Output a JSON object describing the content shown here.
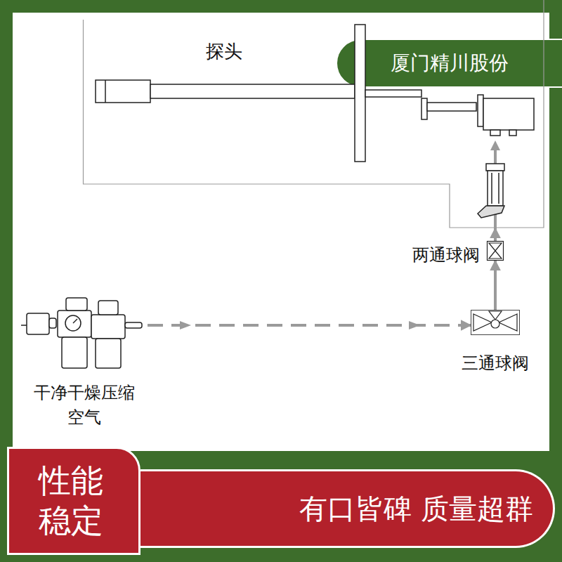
{
  "diagram": {
    "nodes": [
      {
        "text": [
          "厦门精川股份"
        ]
      },
      {
        "text": [
          "探头"
        ]
      },
      {
        "text": [
          "两通球阀"
        ]
      },
      {
        "text": [
          "三通球阀"
        ]
      },
      {
        "text": [
          "干净干燥压缩空气"
        ]
      },
      {
        "text": [
          "性能 稳定"
        ]
      },
      {
        "text": [
          "有口皆碑 质量超群"
        ]
      }
    ],
    "edges": [
      {
        "from": 4,
        "to": 3,
        "arrow": "to"
      },
      {
        "from": 3,
        "to": 2,
        "arrow": "to"
      },
      {
        "from": 2,
        "to": 1,
        "arrow": "to"
      }
    ]
  }
}
